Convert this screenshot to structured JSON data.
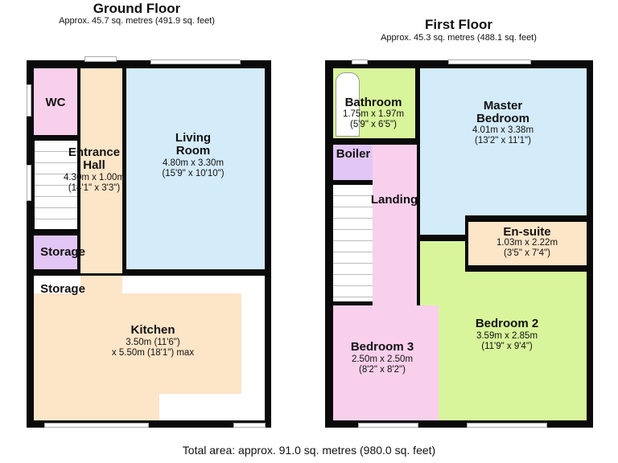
{
  "ground_floor": {
    "title": "Ground Floor",
    "area": "Approx. 45.7 sq. metres (491.9 sq. feet)",
    "rooms": {
      "wc": {
        "name": "WC"
      },
      "hall": {
        "name1": "Entrance",
        "name2": "Hall",
        "dim_m": "4.30m x 1.00m",
        "dim_ft": "(14'1\" x 3'3\")"
      },
      "living": {
        "name1": "Living",
        "name2": "Room",
        "dim_m": "4.80m x 3.30m",
        "dim_ft": "(15'9\" x 10'10\")"
      },
      "storage1": {
        "name": "Storage"
      },
      "storage2": {
        "name": "Storage"
      },
      "kitchen": {
        "name": "Kitchen",
        "dim_m": "3.50m (11'6\")",
        "dim_ft": "x 5.50m (18'1\") max"
      }
    }
  },
  "first_floor": {
    "title": "First Floor",
    "area": "Approx. 45.3 sq. metres (488.1 sq. feet)",
    "rooms": {
      "bathroom": {
        "name": "Bathroom",
        "dim_m": "1.75m x 1.97m",
        "dim_ft": "(5'9\" x 6'5\")"
      },
      "boiler": {
        "name": "Boiler"
      },
      "landing": {
        "name": "Landing"
      },
      "master": {
        "name1": "Master",
        "name2": "Bedroom",
        "dim_m": "4.01m x 3.38m",
        "dim_ft": "(13'2\" x 11'1\")"
      },
      "ensuite": {
        "name": "En-suite",
        "dim_m": "1.03m x 2.22m",
        "dim_ft": "(3'5\" x 7'4\")"
      },
      "bedroom2": {
        "name": "Bedroom 2",
        "dim_m": "3.59m x 2.85m",
        "dim_ft": "(11'9\" x 9'4\")"
      },
      "bedroom3": {
        "name": "Bedroom 3",
        "dim_m": "2.50m x 2.50m",
        "dim_ft": "(8'2\" x 8'2\")"
      }
    }
  },
  "total_area": "Total area: approx. 91.0 sq. metres (980.0 sq. feet)",
  "colors": {
    "wall": "#0a0a0a",
    "pink": "#f9d0ec",
    "blue": "#d4ebfa",
    "peach": "#fde5c8",
    "green": "#d9f59b",
    "purple": "#e2c6f5"
  }
}
